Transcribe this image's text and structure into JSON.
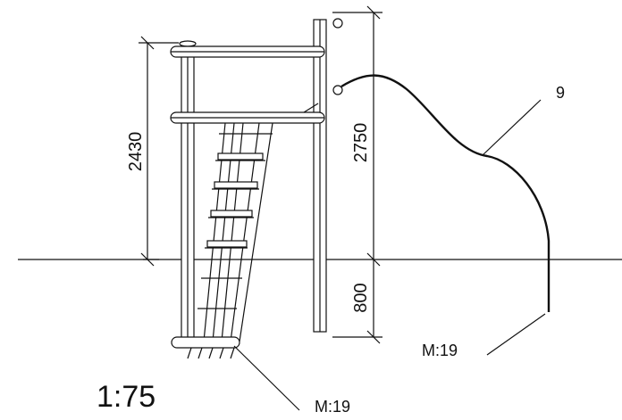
{
  "dimensions": {
    "left_height": "2430",
    "right_height": "2750",
    "below_ground": "800"
  },
  "labels": {
    "item_number": "9",
    "material_top": "M:19",
    "material_bottom": "M:19"
  },
  "scale": "1:75"
}
